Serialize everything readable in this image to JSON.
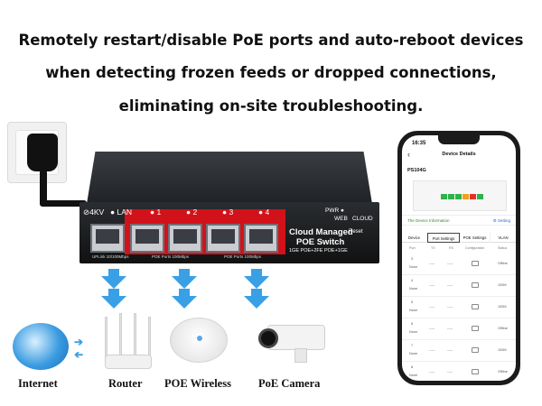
{
  "headline": {
    "line1": "Remotely restart/disable PoE ports and auto-reboot devices",
    "line2": "when detecting frozen feeds or dropped connections,",
    "line3": "eliminating on-site troubleshooting."
  },
  "switch": {
    "surge": "⊘4KV",
    "lan": "● LAN",
    "ports": [
      "● 1",
      "● 2",
      "● 3",
      "● 4"
    ],
    "pwr": "PWR ●",
    "web": "WEB",
    "cloud": "CLOUD",
    "brand_line1": "Cloud Managed",
    "brand_line2": "POE Switch",
    "reset": "Reset",
    "model": "1GE POE+2FE POE+1GE",
    "uplink_tiny": "UPLink 10/100Mbps",
    "poe_tiny_1": "POE Ports 100Mbps",
    "poe_tiny_2": "POE Ports 100Mbps"
  },
  "devices": {
    "internet": "Internet",
    "router": "Router",
    "poe_wireless": "POE Wireless",
    "poe_camera": "PoE Camera"
  },
  "phone": {
    "time": "16:35",
    "back": "‹",
    "title": "Device Details",
    "device_name": "PS104G",
    "info_label": "The Device Information",
    "setting_label": "⚙ Setting",
    "tabs": [
      "Device",
      "Port Settings",
      "POE Settings",
      "VLAN"
    ],
    "active_tab": "Port Settings",
    "headers": [
      "Port",
      "TX",
      "RX",
      "Configuration",
      "Status"
    ],
    "rows": [
      {
        "port": "3",
        "sub": "None",
        "tx": "-----",
        "rx": "-----",
        "status": "Offline"
      },
      {
        "port": "4",
        "sub": "None",
        "tx": "-----",
        "rx": "-----",
        "status": "100M"
      },
      {
        "port": "5",
        "sub": "None",
        "tx": "-----",
        "rx": "-----",
        "status": "100M"
      },
      {
        "port": "6",
        "sub": "None",
        "tx": "-----",
        "rx": "-----",
        "status": "Offline"
      },
      {
        "port": "7",
        "sub": "None",
        "tx": "-----",
        "rx": "-----",
        "status": "100M"
      },
      {
        "port": "8",
        "sub": "None",
        "tx": "-----",
        "rx": "-----",
        "status": "Offline"
      }
    ]
  },
  "colors": {
    "accent_red": "#d2121a",
    "arrow_blue": "#3aa0e6"
  }
}
